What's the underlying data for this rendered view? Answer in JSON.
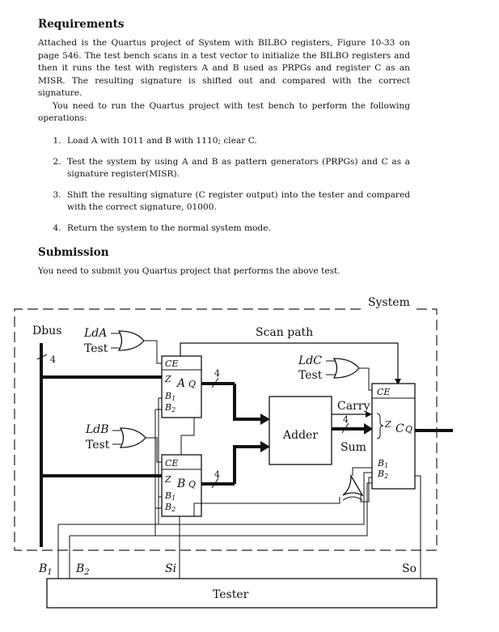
{
  "requirements": {
    "title": "Requirements",
    "para1": "Attached is the Quartus project of System with BILBO registers, Figure 10-33 on page 546. The test bench scans in a test vector to initialize the BILBO registers and then it runs the test with registers A and B used as PRPGs and register C as an MISR. The resulting signature is shifted out and compared with the correct signature.",
    "para2": "You need to run the Quartus project with test bench to perform the following operations:",
    "items": [
      "Load A with 1011 and B with 1110; clear C.",
      "Test the system by using A and B as pattern generators (PRPGs) and C as a signature register(MISR).",
      "Shift the resulting signature (C register output) into the tester and compared with the correct signature, 01000.",
      "Return the system to the normal system mode."
    ]
  },
  "submission": {
    "title": "Submission",
    "text": "You need to submit you Quartus project that performs the above test."
  },
  "diagram": {
    "system": "System",
    "dbus": "Dbus",
    "dbus_width": "4",
    "lda": "LdA",
    "ldb": "LdB",
    "ldc": "LdC",
    "test": "Test",
    "scan_path": "Scan path",
    "reg_a": {
      "ce": "CE",
      "z": "Z",
      "name": "A",
      "q": "Q",
      "b1": "B",
      "b1_sub": "1",
      "b2": "B",
      "b2_sub": "2"
    },
    "reg_b": {
      "ce": "CE",
      "z": "Z",
      "name": "B",
      "q": "Q",
      "b1": "B",
      "b1_sub": "1",
      "b2": "B",
      "b2_sub": "2"
    },
    "reg_c": {
      "ce": "CE",
      "z": "Z",
      "name": "C",
      "q": "Q",
      "b1": "B",
      "b1_sub": "1",
      "b2": "B",
      "b2_sub": "2"
    },
    "width_a": "4",
    "width_b": "4",
    "width_sum": "4",
    "adder": "Adder",
    "carry": "Carry",
    "sum": "Sum",
    "b1": "B",
    "b1_sub": "1",
    "b2": "B",
    "b2_sub": "2",
    "si": "Si",
    "so": "So",
    "tester": "Tester"
  }
}
